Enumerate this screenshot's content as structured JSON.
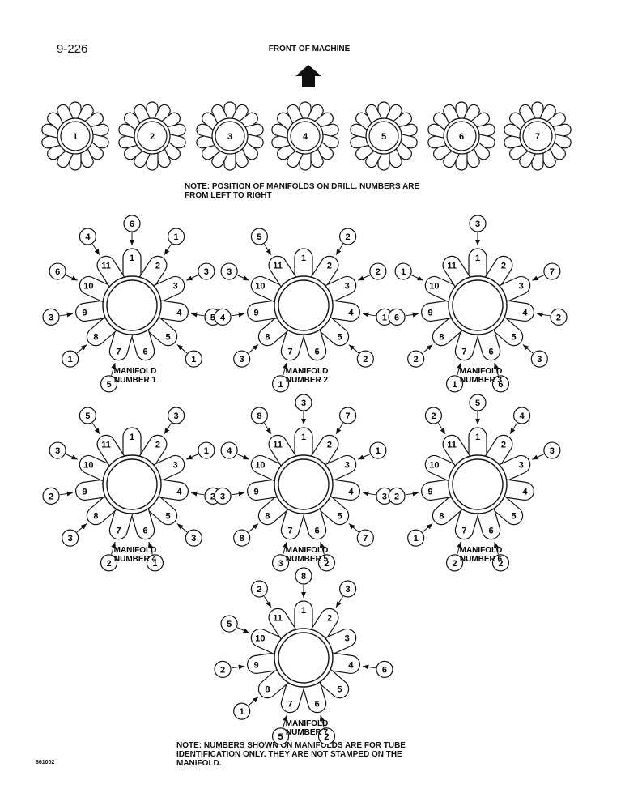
{
  "header": {
    "page_number": "9-226",
    "front_label": "FRONT OF MACHINE"
  },
  "note_positions": "NOTE:  POSITION OF MANIFOLDS ON DRILL. NUMBERS ARE FROM LEFT TO RIGHT",
  "note_numbers": "NOTE:   NUMBERS SHOWN ON MANIFOLDS ARE FOR TUBE IDENTIFICATION ONLY. THEY ARE NOT STAMPED ON THE MANIFOLD.",
  "drawing_code": "861002",
  "top_row": [
    "1",
    "2",
    "3",
    "4",
    "5",
    "6",
    "7"
  ],
  "manifold_label_word": "MANIFOLD",
  "manifolds": [
    {
      "title": "NUMBER 1",
      "tubes": [
        "1",
        "2",
        "3",
        "4",
        "5",
        "6",
        "7",
        "8",
        "9",
        "10",
        "11"
      ],
      "callouts": [
        {
          "tube": "1",
          "labels": [
            "6"
          ]
        },
        {
          "tube": "2",
          "labels": [
            "1"
          ]
        },
        {
          "tube": "3",
          "labels": [
            "3"
          ]
        },
        {
          "tube": "4",
          "labels": [
            "5"
          ]
        },
        {
          "tube": "5",
          "labels": [
            "1"
          ]
        },
        {
          "tube": "7",
          "labels": [
            "5"
          ]
        },
        {
          "tube": "8",
          "labels": [
            "1"
          ]
        },
        {
          "tube": "9",
          "labels": [
            "3"
          ]
        },
        {
          "tube": "10",
          "labels": [
            "6"
          ]
        },
        {
          "tube": "11",
          "labels": [
            "4"
          ]
        }
      ]
    },
    {
      "title": "NUMBER 2",
      "tubes": [
        "1",
        "2",
        "3",
        "4",
        "5",
        "6",
        "7",
        "8",
        "9",
        "10",
        "11"
      ],
      "callouts": [
        {
          "tube": "2",
          "labels": [
            "2"
          ]
        },
        {
          "tube": "3",
          "labels": [
            "2"
          ]
        },
        {
          "tube": "4",
          "labels": [
            "1"
          ]
        },
        {
          "tube": "5",
          "labels": [
            "2"
          ]
        },
        {
          "tube": "7",
          "labels": [
            "1"
          ]
        },
        {
          "tube": "8",
          "labels": [
            "3"
          ]
        },
        {
          "tube": "9",
          "labels": [
            "4"
          ]
        },
        {
          "tube": "10",
          "labels": [
            "3"
          ]
        },
        {
          "tube": "11",
          "labels": [
            "5"
          ]
        }
      ]
    },
    {
      "title": "NUMBER 3",
      "tubes": [
        "1",
        "2",
        "3",
        "4",
        "5",
        "6",
        "7",
        "8",
        "9",
        "10",
        "11"
      ],
      "callouts": [
        {
          "tube": "1",
          "labels": [
            "3"
          ]
        },
        {
          "tube": "3",
          "labels": [
            "7"
          ]
        },
        {
          "tube": "4",
          "labels": [
            "2"
          ]
        },
        {
          "tube": "5",
          "labels": [
            "3"
          ]
        },
        {
          "tube": "6",
          "labels": [
            "6"
          ]
        },
        {
          "tube": "7",
          "labels": [
            "1"
          ]
        },
        {
          "tube": "8",
          "labels": [
            "2"
          ]
        },
        {
          "tube": "9",
          "labels": [
            "6"
          ]
        },
        {
          "tube": "10",
          "labels": [
            "1"
          ]
        }
      ]
    },
    {
      "title": "NUMBER 4",
      "tubes": [
        "1",
        "2",
        "3",
        "4",
        "5",
        "6",
        "7",
        "8",
        "9",
        "10",
        "11"
      ],
      "callouts": [
        {
          "tube": "2",
          "labels": [
            "3"
          ]
        },
        {
          "tube": "3",
          "labels": [
            "1"
          ]
        },
        {
          "tube": "4",
          "labels": [
            "2"
          ]
        },
        {
          "tube": "5",
          "labels": [
            "3"
          ]
        },
        {
          "tube": "6",
          "labels": [
            "1"
          ]
        },
        {
          "tube": "7",
          "labels": [
            "2"
          ]
        },
        {
          "tube": "8",
          "labels": [
            "3"
          ]
        },
        {
          "tube": "9",
          "labels": [
            "2"
          ]
        },
        {
          "tube": "10",
          "labels": [
            "3"
          ]
        },
        {
          "tube": "11",
          "labels": [
            "5"
          ]
        }
      ]
    },
    {
      "title": "NUMBER 5",
      "tubes": [
        "1",
        "2",
        "3",
        "4",
        "5",
        "6",
        "7",
        "8",
        "9",
        "10",
        "11"
      ],
      "callouts": [
        {
          "tube": "1",
          "labels": [
            "3"
          ]
        },
        {
          "tube": "2",
          "labels": [
            "7"
          ]
        },
        {
          "tube": "3",
          "labels": [
            "1"
          ]
        },
        {
          "tube": "4",
          "labels": [
            "3"
          ]
        },
        {
          "tube": "5",
          "labels": [
            "7"
          ]
        },
        {
          "tube": "6",
          "labels": [
            "2"
          ]
        },
        {
          "tube": "7",
          "labels": [
            "3"
          ]
        },
        {
          "tube": "8",
          "labels": [
            "8"
          ]
        },
        {
          "tube": "9",
          "labels": [
            "3"
          ]
        },
        {
          "tube": "10",
          "labels": [
            "4"
          ]
        },
        {
          "tube": "11",
          "labels": [
            "8"
          ]
        }
      ]
    },
    {
      "title": "NUMBER 6",
      "tubes": [
        "1",
        "2",
        "3",
        "4",
        "5",
        "6",
        "7",
        "8",
        "9",
        "10",
        "11"
      ],
      "callouts": [
        {
          "tube": "1",
          "labels": [
            "5"
          ]
        },
        {
          "tube": "2",
          "labels": [
            "4"
          ]
        },
        {
          "tube": "3",
          "labels": [
            "3"
          ]
        },
        {
          "tube": "6",
          "labels": [
            "2"
          ]
        },
        {
          "tube": "7",
          "labels": [
            "2"
          ]
        },
        {
          "tube": "8",
          "labels": [
            "1"
          ]
        },
        {
          "tube": "9",
          "labels": [
            "2"
          ]
        },
        {
          "tube": "11",
          "labels": [
            "2"
          ]
        }
      ]
    },
    {
      "title": "NUMBER 7",
      "tubes": [
        "1",
        "2",
        "3",
        "4",
        "5",
        "6",
        "7",
        "8",
        "9",
        "10",
        "11"
      ],
      "callouts": [
        {
          "tube": "1",
          "labels": [
            "8"
          ]
        },
        {
          "tube": "2",
          "labels": [
            "3"
          ]
        },
        {
          "tube": "4",
          "labels": [
            "6"
          ]
        },
        {
          "tube": "6",
          "labels": [
            "2"
          ]
        },
        {
          "tube": "7",
          "labels": [
            "5"
          ]
        },
        {
          "tube": "8",
          "labels": [
            "1"
          ]
        },
        {
          "tube": "9",
          "labels": [
            "2"
          ]
        },
        {
          "tube": "10",
          "labels": [
            "5"
          ]
        },
        {
          "tube": "11",
          "labels": [
            "2"
          ]
        }
      ]
    }
  ]
}
